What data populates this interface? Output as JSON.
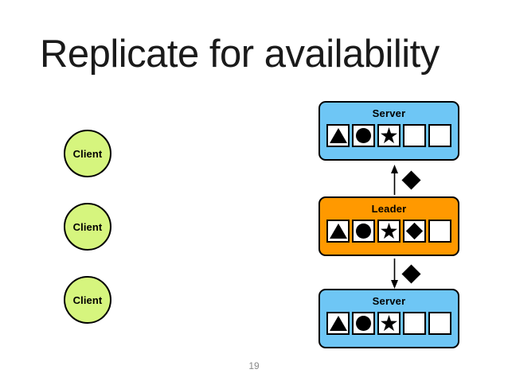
{
  "slide": {
    "title": "Replicate for availability",
    "page_number": "19",
    "background_color": "#ffffff"
  },
  "colors": {
    "server_fill": "#6ec6f5",
    "leader_fill": "#ff9900",
    "client_fill": "#d6f57e",
    "outline": "#000000",
    "cell_fill": "#ffffff",
    "page_number_color": "#8a8a8a",
    "title_color": "#1a1a1a"
  },
  "clients": [
    {
      "label": "Client"
    },
    {
      "label": "Client"
    },
    {
      "label": "Client"
    }
  ],
  "replicas": [
    {
      "role": "server",
      "title": "Server",
      "fill": "#6ec6f5",
      "log": [
        "triangle",
        "circle",
        "star",
        "empty",
        "empty"
      ]
    },
    {
      "role": "leader",
      "title": "Leader",
      "fill": "#ff9900",
      "log": [
        "triangle",
        "circle",
        "star",
        "diamond",
        "empty"
      ]
    },
    {
      "role": "server",
      "title": "Server",
      "fill": "#6ec6f5",
      "log": [
        "triangle",
        "circle",
        "star",
        "empty",
        "empty"
      ]
    }
  ],
  "arrows": [
    {
      "direction": "up",
      "payload": "diamond",
      "from": "leader",
      "to": "server-top"
    },
    {
      "direction": "down",
      "payload": "diamond",
      "from": "leader",
      "to": "server-bottom"
    }
  ],
  "icons": {
    "triangle": "triangle-glyph",
    "circle": "circle-glyph",
    "star": "star-glyph",
    "diamond": "diamond-glyph",
    "empty": "empty-cell-glyph",
    "arrow_up": "arrow-up-icon",
    "arrow_down": "arrow-down-icon"
  }
}
